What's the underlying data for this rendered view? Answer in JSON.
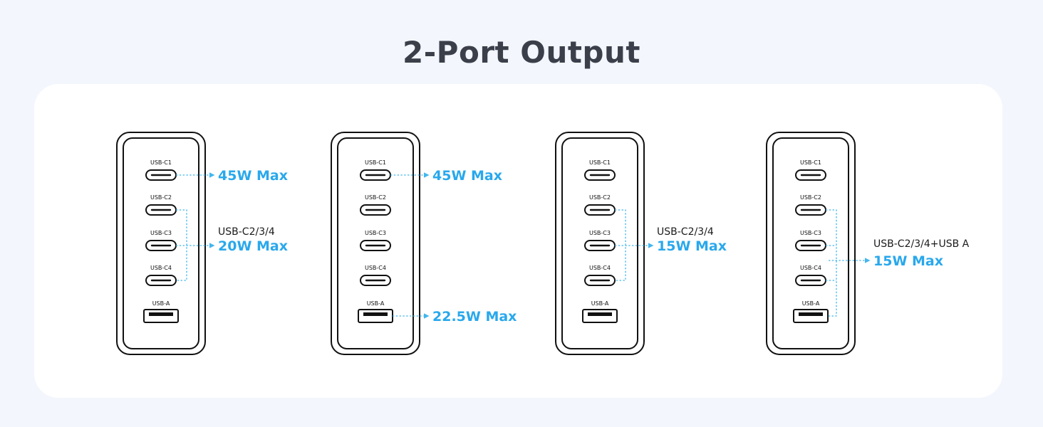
{
  "title": "2-Port Output",
  "port_labels": [
    "USB-C1",
    "USB-C2",
    "USB-C3",
    "USB-C4",
    "USB-A"
  ],
  "accent_color": "#29a8ec",
  "configs": [
    {
      "outputs": [
        {
          "label": "",
          "watt": "45W Max"
        },
        {
          "label": "USB-C2/3/4",
          "watt": "20W Max"
        }
      ]
    },
    {
      "outputs": [
        {
          "label": "",
          "watt": "45W Max"
        },
        {
          "label": "",
          "watt": "22.5W Max"
        }
      ]
    },
    {
      "outputs": [
        {
          "label": "USB-C2/3/4",
          "watt": "15W Max"
        }
      ]
    },
    {
      "outputs": [
        {
          "label": "USB-C2/3/4+USB A",
          "watt": "15W Max"
        }
      ]
    }
  ]
}
